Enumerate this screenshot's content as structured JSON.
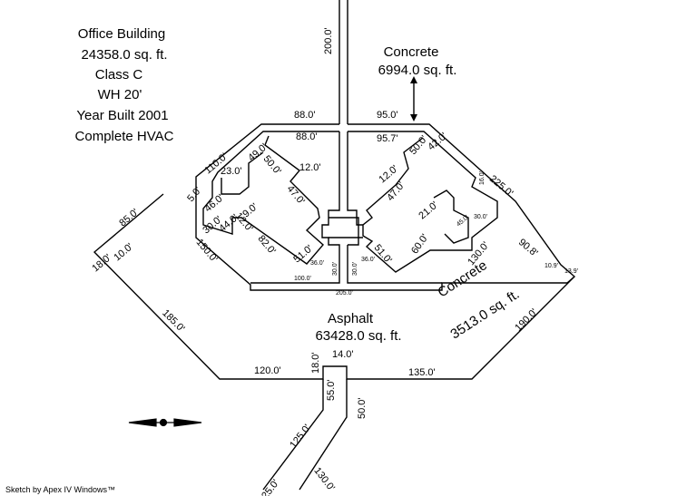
{
  "office": {
    "name": "Office Building",
    "area": "24358.0 sq. ft.",
    "class": "Class C",
    "wall_height": "WH 20'",
    "year_built": "Year Built 2001",
    "hvac": "Complete HVAC"
  },
  "concrete_north": {
    "name": "Concrete",
    "area": "6994.0 sq. ft."
  },
  "concrete_east": {
    "name": "Concrete",
    "area": "3513.0 sq. ft."
  },
  "asphalt": {
    "name": "Asphalt",
    "area": "63428.0 sq. ft."
  },
  "dims": {
    "d200": "200.0'",
    "d88a": "88.0'",
    "d88b": "88.0'",
    "d95": "95.0'",
    "d957": "95.7'",
    "d110": "110.0'",
    "d50a": "5.0'",
    "d49": "49.0'",
    "d50b": "50.0'",
    "d12a": "12.0'",
    "d47a": "47.0'",
    "d23": "23.0'",
    "d46": "46.0'",
    "d30a": "30.0'",
    "d44": "44.0'",
    "d90": "9.0'",
    "d120b": "12.0'",
    "d820": "82.0'",
    "d510a": "51.0'",
    "d150": "150.0'",
    "d850": "85.0'",
    "d100a": "10.0'",
    "d180a": "18.0'",
    "d360a": "36.0'",
    "d300a": "30.0'",
    "d1000": "100.0'",
    "d2050": "205.0'",
    "d360b": "36.0'",
    "d300b": "30.0'",
    "d500": "50.0'",
    "d420": "42.0'",
    "d120c": "12.0'",
    "d470": "47.0'",
    "d210": "21.0'",
    "d600": "60.0'",
    "d510b": "51.0'",
    "d450": "45.0'",
    "d1300a": "130.0'",
    "d2250": "225.0'",
    "d908": "90.8'",
    "d160": "16.0'",
    "d300c": "30.0'",
    "d1850": "185.0'",
    "d1200": "120.0'",
    "d180b": "18.0'",
    "d140": "14.0'",
    "d1350": "135.0'",
    "d1900": "190.0'",
    "d550": "55.0'",
    "d500b": "50.0'",
    "d1250": "125.0'",
    "d1300b": "130.0'",
    "d250": "25.0'",
    "d109": "10.9'",
    "d139": "13.9'"
  },
  "footer": "Sketch by Apex IV Windows™"
}
